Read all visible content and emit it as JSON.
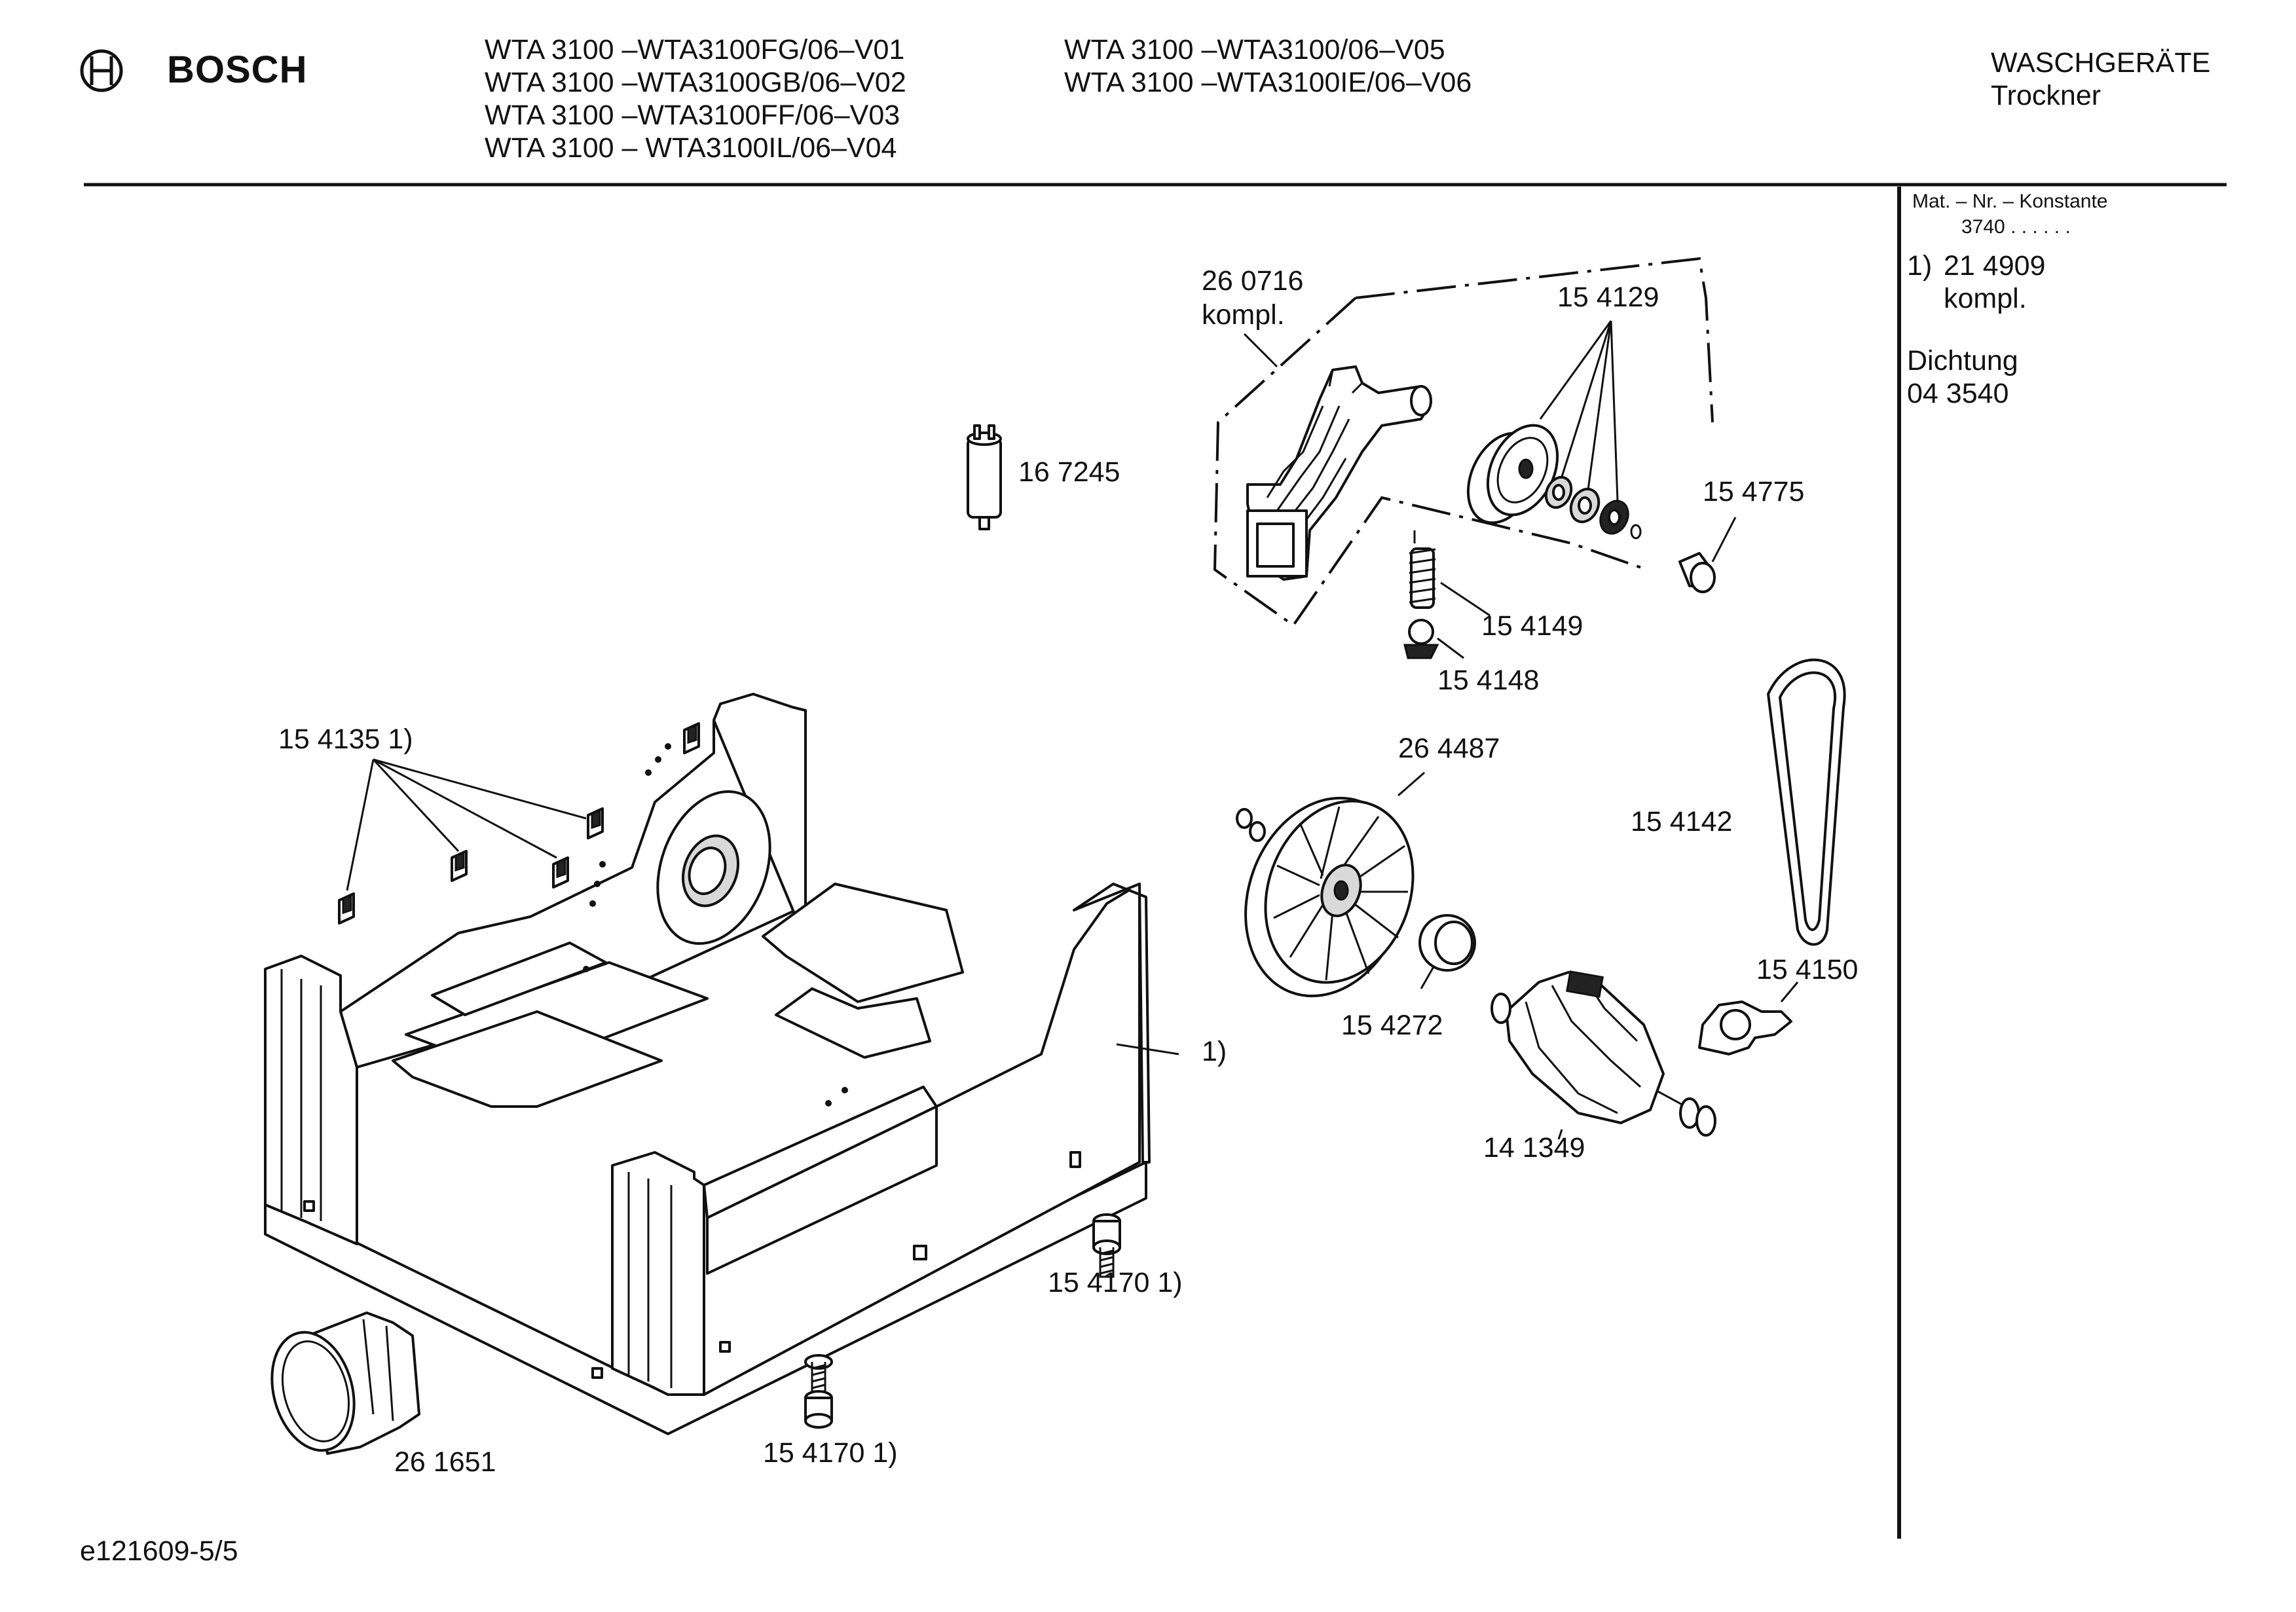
{
  "brand": {
    "name": "BOSCH",
    "logo_icon": "bosch-armature-icon"
  },
  "header": {
    "models_col1": [
      "WTA 3100 –WTA3100FG/06–V01",
      "WTA 3100 –WTA3100GB/06–V02",
      "WTA 3100 –WTA3100FF/06–V03",
      "WTA 3100 – WTA3100IL/06–V04"
    ],
    "models_col2": [
      "WTA 3100 –WTA3100/06–V05",
      "WTA 3100 –WTA3100IE/06–V06"
    ],
    "category": "WASCHGERÄTE",
    "subcategory": "Trockner"
  },
  "sidebar": {
    "mat_title": "Mat. – Nr. – Konstante",
    "mat_value": "3740 .  .   .   .  .  .",
    "note_1_marker": "1)",
    "note_1_number": "21 4909",
    "note_1_text": "kompl.",
    "dichtung_label": "Dichtung",
    "dichtung_number": "04 3540"
  },
  "parts": {
    "p260716": "26 0716",
    "p260716_note": "kompl.",
    "p154129": "15 4129",
    "p167245": "16 7245",
    "p154775": "15 4775",
    "p154149": "15 4149",
    "p154148": "15 4148",
    "p154135": "15 4135 1)",
    "p264487": "26 4487",
    "p154142": "15 4142",
    "p154150": "15 4150",
    "p154272": "15 4272",
    "base_note": "1)",
    "p141349": "14 1349",
    "p154170_right": "15 4170 1)",
    "p154170_bottom": "15 4170 1)",
    "p261651": "26 1651"
  },
  "footer": {
    "doc_id": "e121609-5/5"
  }
}
